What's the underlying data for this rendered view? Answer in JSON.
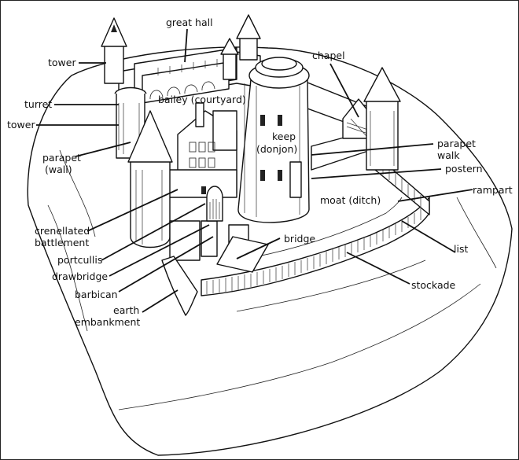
{
  "diagram": {
    "labels": {
      "great_hall": "great hall",
      "tower_top": "tower",
      "chapel": "chapel",
      "bailey": "bailey (courtyard)",
      "turret": "turret",
      "tower_left": "tower",
      "keep_1": "keep",
      "keep_2": "(donjon)",
      "parapet_walk_1": "parapet",
      "parapet_walk_2": "walk",
      "postern": "postern",
      "parapet_wall_1": "parapet",
      "parapet_wall_2": "(wall)",
      "rampart": "rampart",
      "moat": "moat (ditch)",
      "crenellated_1": "crenellated",
      "crenellated_2": "battlement",
      "bridge": "bridge",
      "list": "list",
      "portcullis": "portcullis",
      "drawbridge": "drawbridge",
      "stockade": "stockade",
      "barbican": "barbican",
      "embankment_1": "earth",
      "embankment_2": "embankment"
    }
  }
}
